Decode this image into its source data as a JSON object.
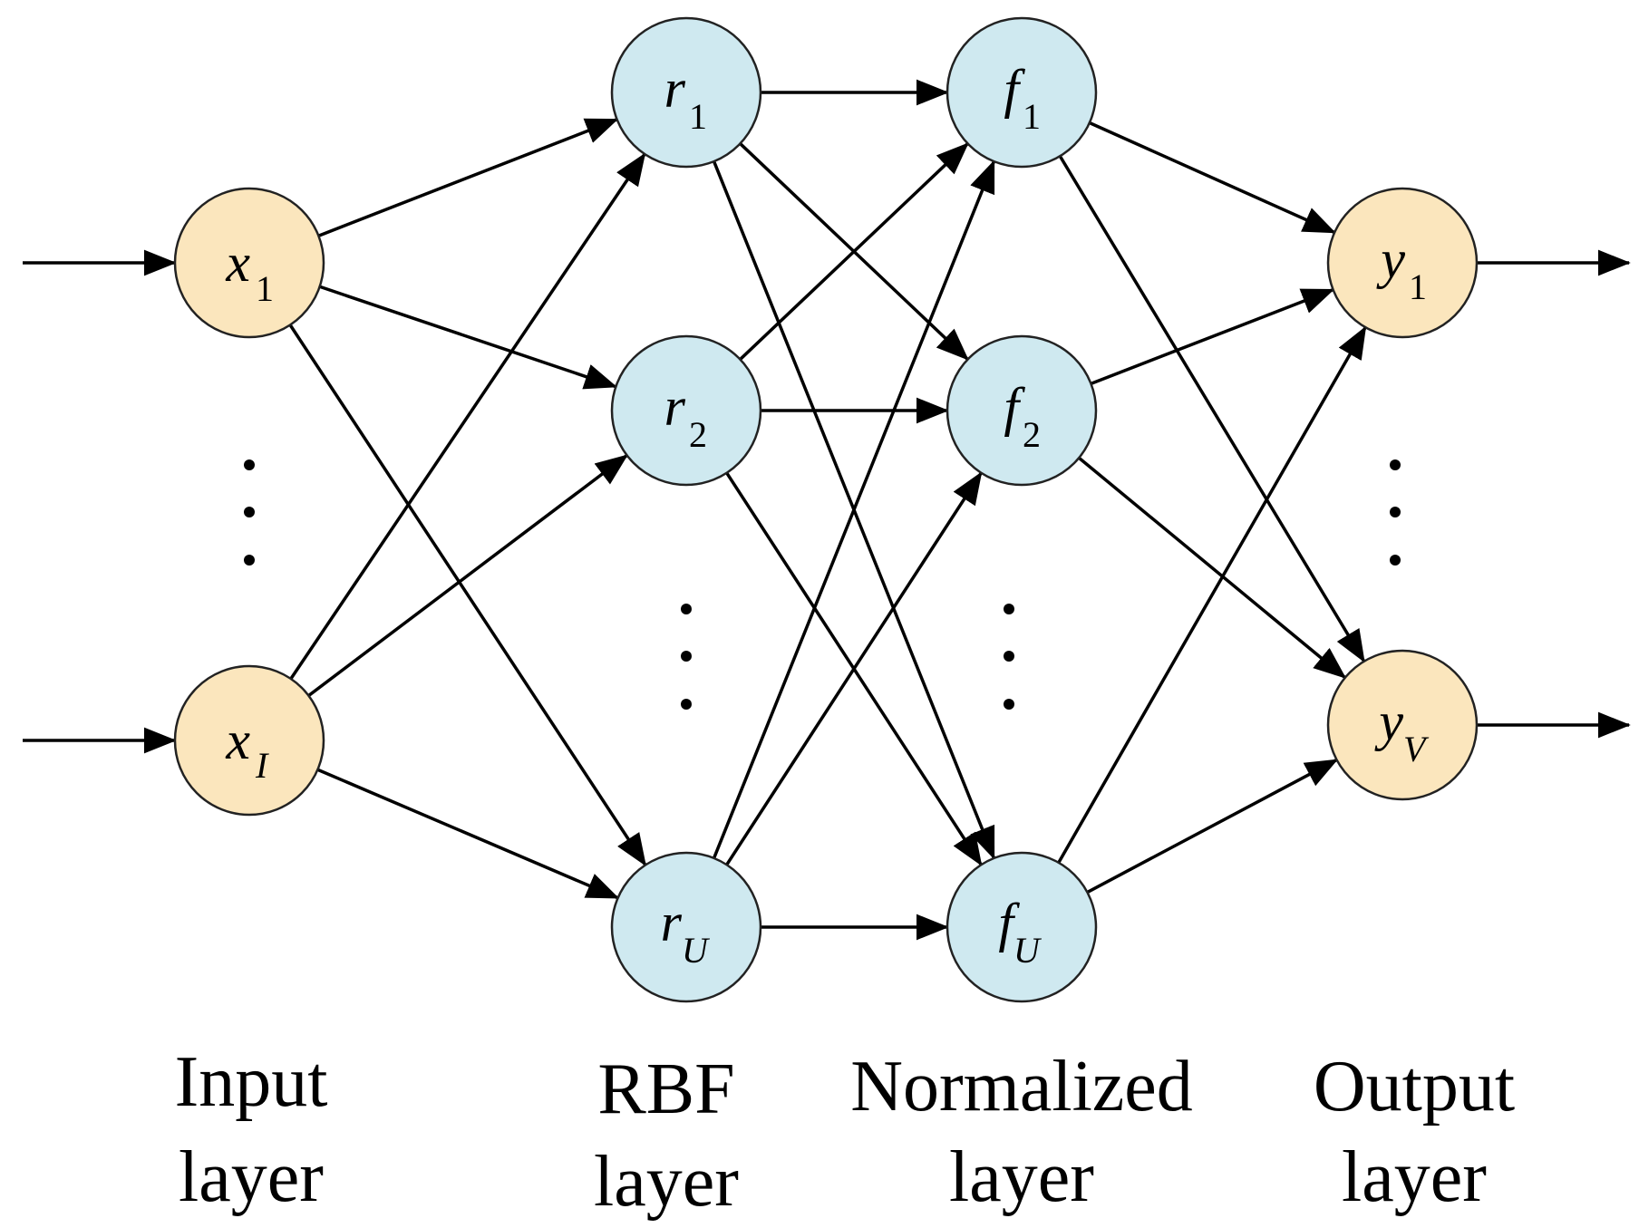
{
  "nodes": {
    "input_1": {
      "var": "x",
      "sub": "1"
    },
    "input_I": {
      "var": "x",
      "sub": "I"
    },
    "rbf_1": {
      "var": "r",
      "sub": "1"
    },
    "rbf_2": {
      "var": "r",
      "sub": "2"
    },
    "rbf_U": {
      "var": "r",
      "sub": "U"
    },
    "norm_1": {
      "var": "f",
      "sub": "1"
    },
    "norm_2": {
      "var": "f",
      "sub": "2"
    },
    "norm_U": {
      "var": "f",
      "sub": "U"
    },
    "output_1": {
      "var": "y",
      "sub": "1"
    },
    "output_V": {
      "var": "y",
      "sub": "V"
    }
  },
  "labels": {
    "input": [
      "Input",
      "layer"
    ],
    "rbf": [
      "RBF",
      "layer"
    ],
    "normalized": [
      "Normalized",
      "layer"
    ],
    "output": [
      "Output",
      "layer"
    ]
  },
  "colors": {
    "io_node": "#fbe6bd",
    "hidden_node": "#cfe9f0"
  }
}
